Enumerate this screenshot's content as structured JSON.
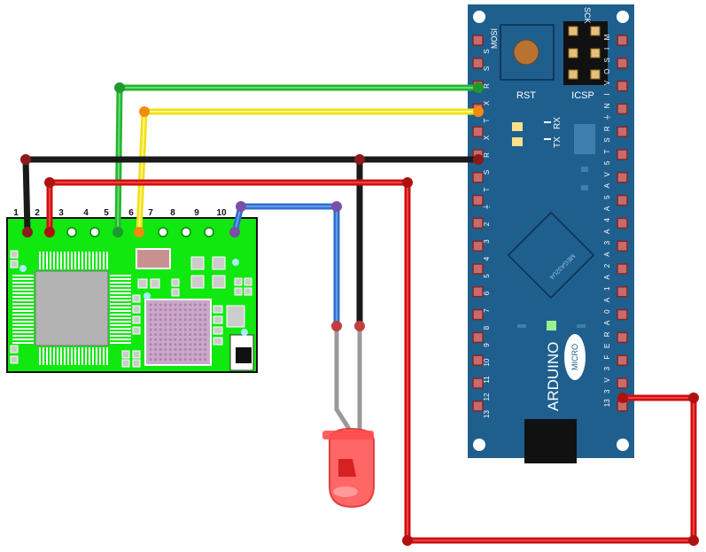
{
  "module": {
    "pin_numbers": [
      "1",
      "2",
      "3",
      "4",
      "5",
      "6",
      "7",
      "8",
      "9",
      "10"
    ]
  },
  "arduino": {
    "brand": "ARDUINO",
    "model": "MICRO",
    "chip": "MEGA32U4",
    "rst_label": "RST",
    "icsp_label": "ICSP",
    "mosi_label": "MOSI",
    "sck_label": "SCK",
    "tx_led_label": "TX",
    "rx_led_label": "RX",
    "left_header_labels": [
      "S",
      "S",
      "R",
      "X",
      "T",
      "X",
      "R",
      "S",
      "T",
      "⏚",
      "2",
      "3",
      "4",
      "5",
      "6",
      "7",
      "8",
      "9",
      "10",
      "11",
      "12",
      "13"
    ],
    "right_header_labels": [
      "M",
      "I",
      "S",
      "O",
      "V",
      "I",
      "N",
      "⏚",
      "R",
      "S",
      "T",
      "5",
      "V",
      "A",
      "5",
      "A",
      "4",
      "A",
      "3",
      "A",
      "2",
      "A",
      "1",
      "A",
      "0",
      "A",
      "R",
      "E",
      "F",
      "3",
      "V",
      "3",
      "13"
    ]
  }
}
